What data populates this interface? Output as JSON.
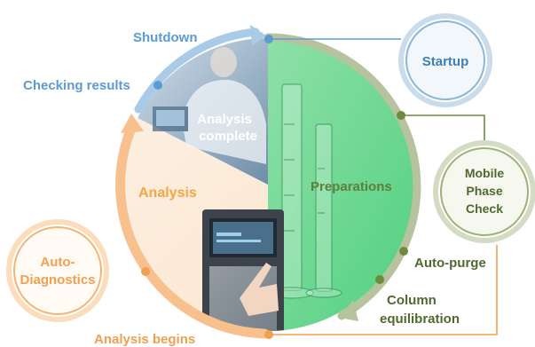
{
  "colors": {
    "blue_accent": "#5b9bd5",
    "green_accent": "#6e8a3e",
    "orange_accent": "#f0a050",
    "analysis_label": "#f5a544",
    "startup_circle_text": "#3f7fb4",
    "preparations_text": "#5e7f3a"
  },
  "labels": {
    "shutdown": "Shutdown",
    "checking_results": "Checking results",
    "analysis_complete_line1": "Analysis",
    "analysis_complete_line2": "complete",
    "analysis": "Analysis",
    "preparations": "Preparations",
    "auto_purge": "Auto-purge",
    "column_equilibration_line1": "Column",
    "column_equilibration_line2": "equilibration",
    "analysis_begins": "Analysis begins"
  },
  "circles": {
    "startup": "Startup",
    "mobile_phase_line1": "Mobile",
    "mobile_phase_line2": "Phase",
    "mobile_phase_line3": "Check",
    "auto_diag_line1": "Auto-",
    "auto_diag_line2": "Diagnostics"
  },
  "photo_icons": {
    "analyst": "scientist-at-workstation",
    "glassware": "graduated-cylinders",
    "instrument": "hplc-instrument-touchscreen"
  }
}
